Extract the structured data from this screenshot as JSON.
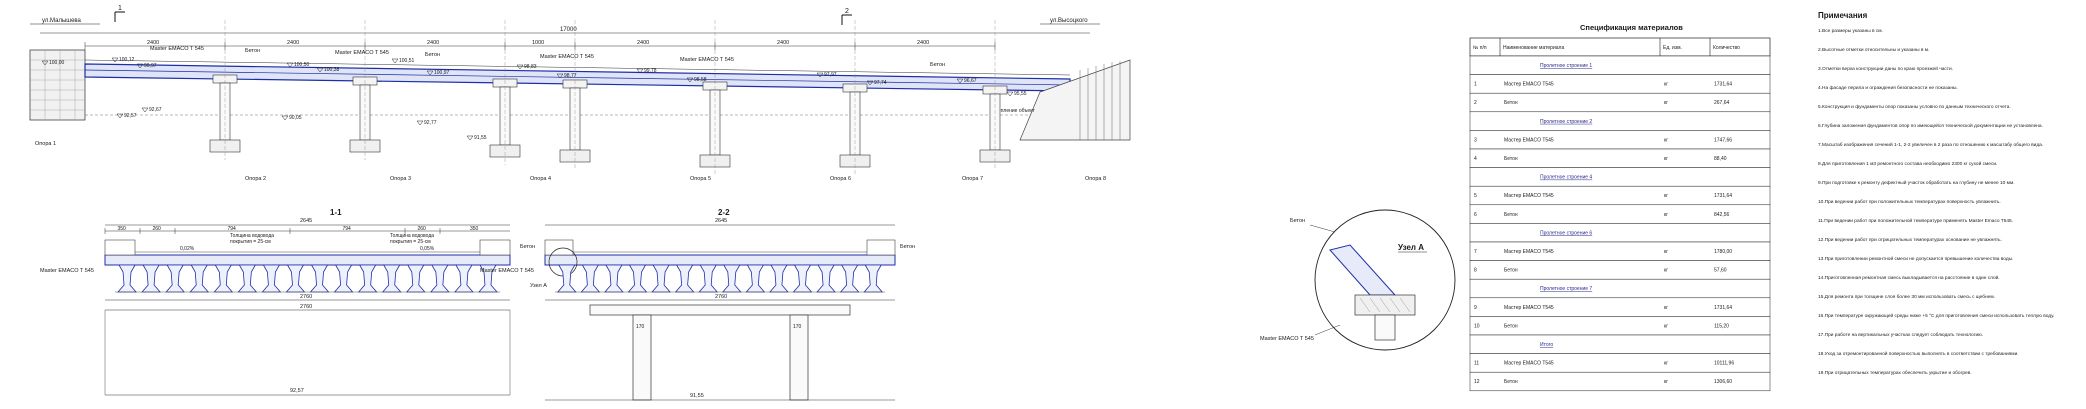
{
  "elevation": {
    "left_road": "ул.Малышева",
    "right_road": "ул.Высоцкого",
    "total_length": "17000",
    "spans": [
      "2400",
      "2400",
      "2400",
      "1000",
      "2400",
      "2400",
      "2400"
    ],
    "supports": [
      "Опора 1",
      "Опора 2",
      "Опора 3",
      "Опора 4",
      "Опора 5",
      "Опора 6",
      "Опора 7",
      "Опора 8"
    ],
    "materials": [
      "Master EMACO T 545",
      "Бетон"
    ],
    "levels": [
      "100,00",
      "100,12",
      "99,97",
      "100,50",
      "100,38",
      "100,51",
      "100,97",
      "98,83",
      "98,77",
      "99,78",
      "98,58",
      "97,97",
      "97,74",
      "96,67",
      "95,55",
      "92,57",
      "92,67",
      "91,55",
      "90,05",
      "92,77"
    ],
    "section_marks": [
      "1",
      "2"
    ],
    "note_right": "Укрепление объект"
  },
  "section_1_1": {
    "title": "1-1",
    "top_width": "2645",
    "bottom_width": "2760",
    "left_material": "Master EMACO T 545",
    "right_material": "Бетон",
    "dims_top": [
      "350",
      "260",
      "794",
      "794",
      "260",
      "350"
    ],
    "notes": [
      "Толщина водовода",
      "покрытия = 25-см",
      "Толщина водовода",
      "покрытия = 25-см"
    ],
    "levels": [
      "92,57",
      "0,02%",
      "0,05%"
    ]
  },
  "section_2_2": {
    "title": "2-2",
    "top_width": "2645",
    "bottom_width": "2760",
    "left_material": "Master EMACO T 545",
    "right_material": "Бетон",
    "node_label": "Узел А",
    "dims": [
      "170",
      "170"
    ],
    "levels": [
      "91,55"
    ]
  },
  "node_a": {
    "title": "Узел А",
    "material": "Master EMACO T 545",
    "right_material": "Бетон"
  },
  "spec": {
    "title": "Спецификация материалов",
    "headers": [
      "№ п/п",
      "Наименование материала",
      "Ед. изм.",
      "Количество"
    ],
    "rows": [
      {
        "no": "",
        "name": "Пролетное строение 1",
        "unit": "",
        "qty": "",
        "group": true
      },
      {
        "no": "1",
        "name": "Мастер EMACO T545",
        "unit": "кг",
        "qty": "1731,64",
        "group": false
      },
      {
        "no": "2",
        "name": "Бетон",
        "unit": "кг",
        "qty": "267,64",
        "group": false
      },
      {
        "no": "",
        "name": "Пролетное строение 2",
        "unit": "",
        "qty": "",
        "group": true
      },
      {
        "no": "3",
        "name": "Мастер EMACO T545",
        "unit": "кг",
        "qty": "1747,66",
        "group": false
      },
      {
        "no": "4",
        "name": "Бетон",
        "unit": "кг",
        "qty": "88,40",
        "group": false
      },
      {
        "no": "",
        "name": "Пролетное строение 4",
        "unit": "",
        "qty": "",
        "group": true
      },
      {
        "no": "5",
        "name": "Мастер EMACO T545",
        "unit": "кг",
        "qty": "1731,64",
        "group": false
      },
      {
        "no": "6",
        "name": "Бетон",
        "unit": "кг",
        "qty": "842,56",
        "group": false
      },
      {
        "no": "",
        "name": "Пролетное строение 6",
        "unit": "",
        "qty": "",
        "group": true
      },
      {
        "no": "7",
        "name": "Мастер EMACO T545",
        "unit": "кг",
        "qty": "1780,00",
        "group": false
      },
      {
        "no": "8",
        "name": "Бетон",
        "unit": "кг",
        "qty": "57,60",
        "group": false
      },
      {
        "no": "",
        "name": "Пролетное строение 7",
        "unit": "",
        "qty": "",
        "group": true
      },
      {
        "no": "9",
        "name": "Мастер EMACO T545",
        "unit": "кг",
        "qty": "1731,64",
        "group": false
      },
      {
        "no": "10",
        "name": "Бетон",
        "unit": "кг",
        "qty": "115,20",
        "group": false
      },
      {
        "no": "",
        "name": "Итого",
        "unit": "",
        "qty": "",
        "group": true
      },
      {
        "no": "11",
        "name": "Мастер EMACO T545",
        "unit": "кг",
        "qty": "10111,96",
        "group": false
      },
      {
        "no": "12",
        "name": "Бетон",
        "unit": "кг",
        "qty": "1306,60",
        "group": false
      }
    ]
  },
  "notes": {
    "title": "Примечания",
    "items": [
      "1.Все размеры указаны в см.",
      "2.Высотные отметки относительны и указаны в м.",
      "3.Отметки верха конструкции даны по краю проезжей части.",
      "4.На фасаде перила и ограждения безопасности не показаны.",
      "5.Конструкция и фундаменты опор показаны условно по данным технического отчета.",
      "6.Глубина заложения фундаментов опор по имеющейся технической документации не установлена.",
      "7.Масштаб изображения сечений 1-1, 2-2 увеличен в 2 раза по отношению к масштабу общего вида.",
      "8.Для приготовления 1 м3 ремонтного состава необходимо 2300 кг сухой смеси.",
      "9.При подготовке к ремонту дефектный участок обработать на глубину не менее 10 мм.",
      "10.При ведении работ при положительных температурах поверхность увлажнить.",
      "11.При ведении работ при положительной температуре применять Master Emaco T545.",
      "12.При ведении работ при отрицательных температурах основание не увлажнять.",
      "13.При приготовлении ремонтной смеси не допускается превышение количества воды.",
      "14.Приготовленная ремонтная смесь выкладывается на расстояние в один слой.",
      "15.Для ремонта при толщине слоя более 30 мм использовать смесь с щебнем.",
      "16.При температуре окружающей среды ниже +5 °С для приготовления смеси использовать теплую воду.",
      "17.При работе на вертикальных участках следует соблюдать технологию.",
      "18.Уход за отремонтированной поверхностью выполнять в соответствии с требованиями.",
      "19.При отрицательных температурах обеспечить укрытие и обогрев."
    ]
  }
}
